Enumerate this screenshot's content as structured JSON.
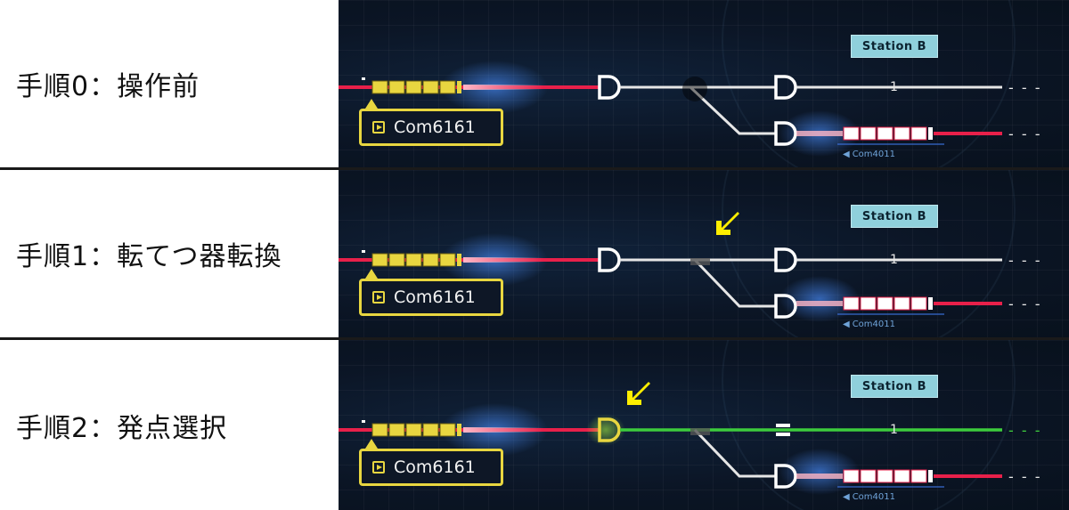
{
  "steps": [
    {
      "label": "手順0：操作前",
      "station": "Station B",
      "train_label": "Com6161",
      "track_number": "1",
      "waiting_train": "Com4011",
      "arrow": false,
      "route_set": false
    },
    {
      "label": "手順1：転てつ器転換",
      "station": "Station B",
      "train_label": "Com6161",
      "track_number": "1",
      "waiting_train": "Com4011",
      "arrow": true,
      "route_set": false
    },
    {
      "label": "手順2：発点選択",
      "station": "Station B",
      "train_label": "Com6161",
      "track_number": "1",
      "waiting_train": "Com4011",
      "arrow": true,
      "route_set": true
    }
  ],
  "colors": {
    "occupied_track": "#e8204a",
    "idle_track": "#e6e6e6",
    "route_track": "#3dcc3d",
    "train_car": "#e8d640",
    "highlight_arrow": "#ffee00",
    "station_badge": "#8fd0dc"
  }
}
